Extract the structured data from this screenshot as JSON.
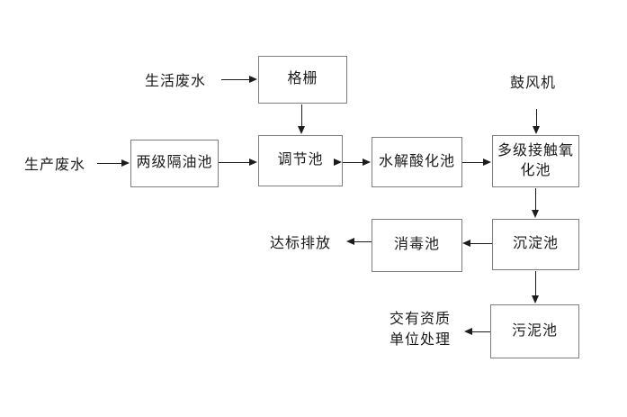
{
  "colors": {
    "background": "#ffffff",
    "box_border": "#7f7f7f",
    "line": "#1c1c1c",
    "text": "#1c1c1c"
  },
  "diagram": {
    "nodes": [
      {
        "id": "grid-screen",
        "label": "格栅"
      },
      {
        "id": "two-stage-oil-separation-tank",
        "label": "两级隔油池"
      },
      {
        "id": "regulating-tank",
        "label": "调节池"
      },
      {
        "id": "hydrolysis-acidification-tank",
        "label": "水解酸化池"
      },
      {
        "id": "multi-stage-contact-oxidation-tank",
        "label": "多级接触氧化池"
      },
      {
        "id": "sedimentation-tank",
        "label": "沉淀池"
      },
      {
        "id": "disinfection-tank",
        "label": "消毒池"
      },
      {
        "id": "sludge-tank",
        "label": "污泥池"
      }
    ],
    "labels": [
      {
        "id": "domestic-wastewater",
        "text": "生活废水"
      },
      {
        "id": "production-wastewater",
        "text": "生产废水"
      },
      {
        "id": "blower",
        "text": "鼓风机"
      },
      {
        "id": "standard-discharge",
        "text": "达标排放"
      },
      {
        "id": "qualified-unit-disposal",
        "text": "交有资质\n单位处理"
      }
    ],
    "edges": [
      {
        "from": "生活废水",
        "to": "格栅"
      },
      {
        "from": "生产废水",
        "to": "两级隔油池"
      },
      {
        "from": "格栅",
        "to": "调节池"
      },
      {
        "from": "两级隔油池",
        "to": "调节池"
      },
      {
        "from": "调节池",
        "to": "水解酸化池"
      },
      {
        "from": "水解酸化池",
        "to": "多级接触氧化池"
      },
      {
        "from": "鼓风机",
        "to": "多级接触氧化池"
      },
      {
        "from": "多级接触氧化池",
        "to": "沉淀池"
      },
      {
        "from": "沉淀池",
        "to": "消毒池"
      },
      {
        "from": "消毒池",
        "to": "达标排放"
      },
      {
        "from": "沉淀池",
        "to": "污泥池"
      },
      {
        "from": "污泥池",
        "to": "交有资质单位处理"
      }
    ]
  }
}
